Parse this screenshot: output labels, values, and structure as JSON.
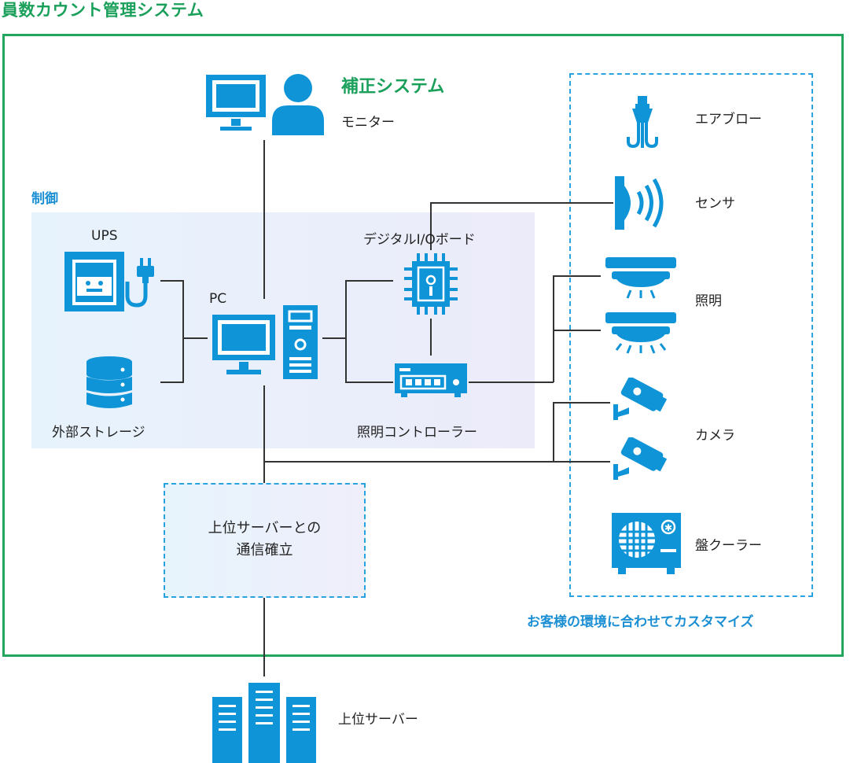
{
  "title": "員数カウント管理システム",
  "correction": {
    "title": "補正システム",
    "monitor_label": "モニター"
  },
  "control": {
    "title": "制御",
    "ups_label": "UPS",
    "storage_label": "外部ストレージ",
    "pc_label": "PC",
    "io_board_label": "デジタルI/Oボード",
    "light_controller_label": "照明コントローラー"
  },
  "communication": {
    "line1": "上位サーバーとの",
    "line2": "通信確立"
  },
  "custom": {
    "caption": "お客様の環境に合わせてカスタマイズ",
    "items": {
      "air_blow": "エアブロー",
      "sensor": "センサ",
      "lighting": "照明",
      "camera": "カメラ",
      "panel_cooler": "盤クーラー"
    }
  },
  "server_label": "上位サーバー",
  "colors": {
    "icon": "#0f94d8",
    "green": "#1aa05a",
    "frame": "#22a55c",
    "line": "#333333",
    "dashed": "#29a3e0"
  },
  "icons": [
    "monitor-icon",
    "user-icon",
    "ups-icon",
    "plug-icon",
    "database-icon",
    "pc-icon",
    "tower-icon",
    "chip-icon",
    "controller-icon",
    "air-blow-icon",
    "sensor-icon",
    "light-icon",
    "camera-icon",
    "cooler-icon",
    "server-icon"
  ]
}
